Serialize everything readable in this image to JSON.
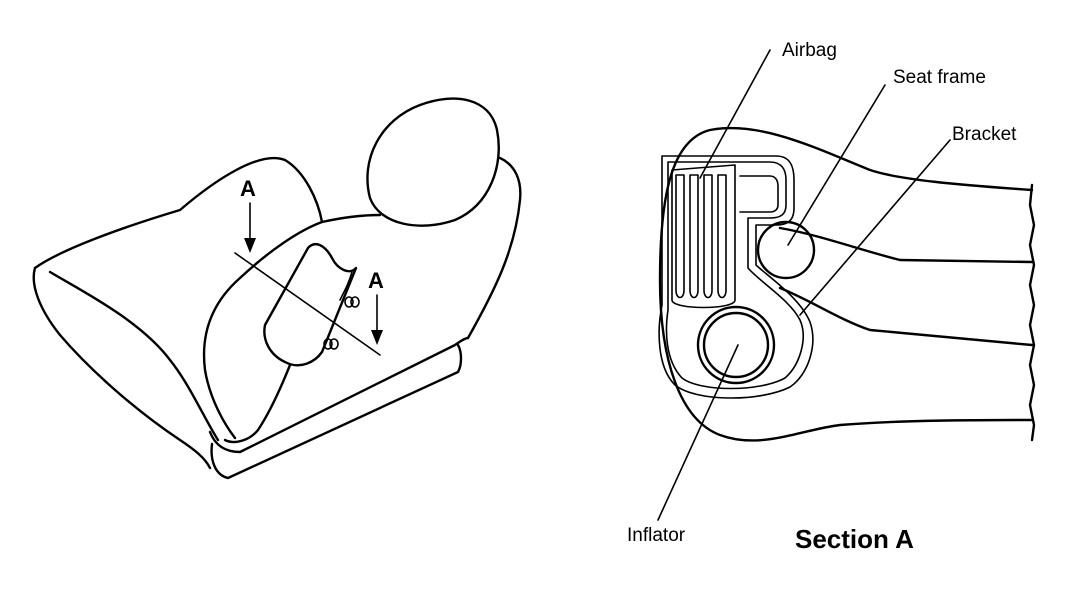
{
  "diagram": {
    "section_marker": "A",
    "caption": "Section A",
    "labels": {
      "airbag": "Airbag",
      "seat_frame": "Seat frame",
      "bracket": "Bracket",
      "inflator": "Inflator"
    }
  }
}
